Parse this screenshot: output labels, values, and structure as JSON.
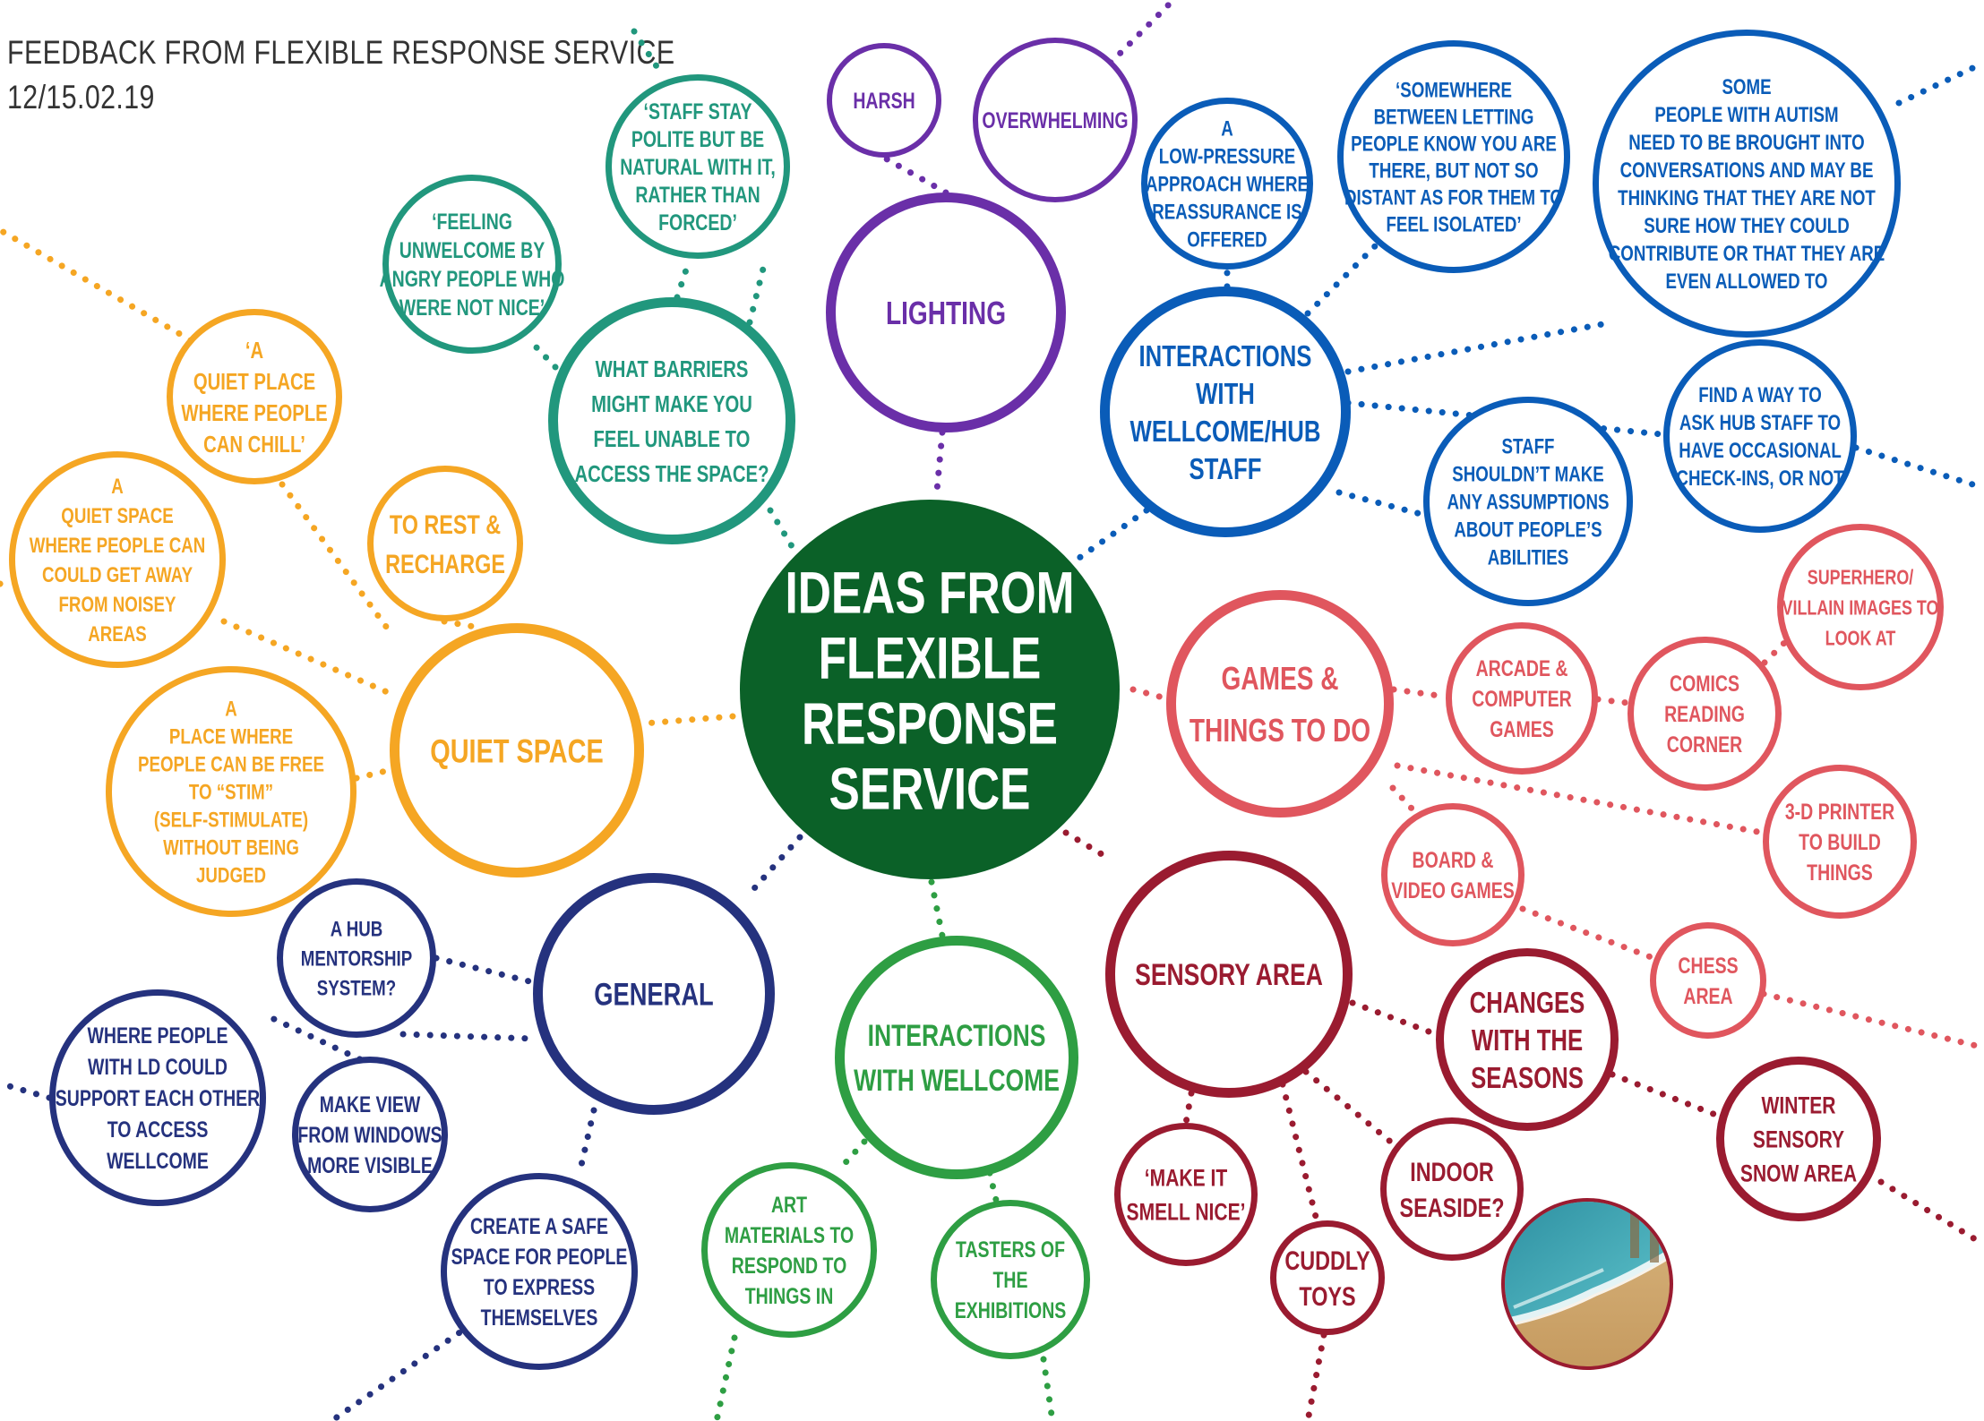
{
  "header": {
    "title": "FEEDBACK FROM FLEXIBLE RESPONSE SERVICE",
    "date": "12/15.02.19"
  },
  "colors": {
    "center": "#0b6128",
    "quiet_space": "#f5a623",
    "barriers": "#21977d",
    "lighting": "#6a2fa8",
    "staff": "#0a5cb8",
    "games": "#e0565e",
    "sensory": "#9a1b30",
    "interactions": "#2e9e43",
    "general": "#25327e"
  },
  "icons": {
    "seaside_photo": "beach-photo"
  },
  "center": {
    "lines": [
      "IDEAS FROM",
      "FLEXIBLE",
      "RESPONSE",
      "SERVICE"
    ]
  },
  "nodes": [
    {
      "id": "lighting",
      "group": "lighting",
      "lines": [
        "LIGHTING"
      ]
    },
    {
      "id": "harsh",
      "group": "lighting",
      "lines": [
        "HARSH"
      ]
    },
    {
      "id": "overwhelming",
      "group": "lighting",
      "lines": [
        "OVERWHELMING"
      ]
    },
    {
      "id": "barriers",
      "group": "barriers",
      "lines": [
        "WHAT BARRIERS",
        "MIGHT MAKE YOU",
        "FEEL UNABLE TO",
        "ACCESS THE SPACE?"
      ]
    },
    {
      "id": "staff-polite",
      "group": "barriers",
      "lines": [
        "‘STAFF STAY",
        "POLITE BUT BE",
        "NATURAL WITH IT,",
        "RATHER THAN",
        "FORCED’"
      ]
    },
    {
      "id": "feeling-unwelcome",
      "group": "barriers",
      "lines": [
        "‘FEELING",
        "UNWELCOME BY",
        "ANGRY PEOPLE WHO",
        "WERE NOT NICE’"
      ]
    },
    {
      "id": "staff",
      "group": "staff",
      "lines": [
        "INTERACTIONS",
        "WITH",
        "WELLCOME/HUB",
        "STAFF"
      ]
    },
    {
      "id": "low-pressure",
      "group": "staff",
      "lines": [
        "A",
        "LOW-PRESSURE",
        "APPROACH WHERE",
        "REASSURANCE IS",
        "OFFERED"
      ]
    },
    {
      "id": "somewhere-between",
      "group": "staff",
      "lines": [
        "‘SOMEWHERE",
        "BETWEEN LETTING",
        "PEOPLE KNOW YOU ARE",
        "THERE, BUT NOT SO",
        "DISTANT AS FOR THEM TO",
        "FEEL ISOLATED’"
      ]
    },
    {
      "id": "autism",
      "group": "staff",
      "lines": [
        "SOME",
        "PEOPLE WITH AUTISM",
        "NEED TO BE BROUGHT INTO",
        "CONVERSATIONS AND MAY BE",
        "THINKING THAT THEY ARE NOT",
        "SURE HOW THEY COULD",
        "CONTRIBUTE OR THAT THEY ARE",
        "EVEN ALLOWED TO"
      ]
    },
    {
      "id": "check-ins",
      "group": "staff",
      "lines": [
        "FIND A WAY TO",
        "ASK HUB STAFF TO",
        "HAVE OCCASIONAL",
        "CHECK-INS, OR NOT"
      ]
    },
    {
      "id": "assumptions",
      "group": "staff",
      "lines": [
        "STAFF",
        "SHOULDN’T MAKE",
        "ANY ASSUMPTIONS",
        "ABOUT PEOPLE’S",
        "ABILITIES"
      ]
    },
    {
      "id": "quiet-space",
      "group": "quiet_space",
      "lines": [
        "QUIET SPACE"
      ]
    },
    {
      "id": "quiet-chill",
      "group": "quiet_space",
      "lines": [
        "‘A",
        "QUIET PLACE",
        "WHERE PEOPLE",
        "CAN CHILL’"
      ]
    },
    {
      "id": "rest-recharge",
      "group": "quiet_space",
      "lines": [
        "TO REST &",
        "RECHARGE"
      ]
    },
    {
      "id": "get-away",
      "group": "quiet_space",
      "lines": [
        "A",
        "QUIET SPACE",
        "WHERE PEOPLE CAN",
        "COULD GET AWAY",
        "FROM NOISEY",
        "AREAS"
      ]
    },
    {
      "id": "stim",
      "group": "quiet_space",
      "lines": [
        "A",
        "PLACE WHERE",
        "PEOPLE CAN BE FREE",
        "TO “STIM”",
        "(SELF-STIMULATE)",
        "WITHOUT BEING",
        "JUDGED"
      ]
    },
    {
      "id": "games",
      "group": "games",
      "lines": [
        "GAMES &",
        "THINGS TO DO"
      ]
    },
    {
      "id": "arcade",
      "group": "games",
      "lines": [
        "ARCADE &",
        "COMPUTER",
        "GAMES"
      ]
    },
    {
      "id": "comics",
      "group": "games",
      "lines": [
        "COMICS",
        "READING",
        "CORNER"
      ]
    },
    {
      "id": "superhero",
      "group": "games",
      "lines": [
        "SUPERHERO/",
        "VILLAIN IMAGES TO",
        "LOOK AT"
      ]
    },
    {
      "id": "printer",
      "group": "games",
      "lines": [
        "3-D PRINTER",
        "TO BUILD",
        "THINGS"
      ]
    },
    {
      "id": "board-games",
      "group": "games",
      "lines": [
        "BOARD &",
        "VIDEO GAMES"
      ]
    },
    {
      "id": "chess",
      "group": "games",
      "lines": [
        "CHESS",
        "AREA"
      ]
    },
    {
      "id": "sensory",
      "group": "sensory",
      "lines": [
        "SENSORY AREA"
      ]
    },
    {
      "id": "seasons",
      "group": "sensory",
      "lines": [
        "CHANGES",
        "WITH THE",
        "SEASONS"
      ]
    },
    {
      "id": "winter",
      "group": "sensory",
      "lines": [
        "WINTER",
        "SENSORY",
        "SNOW AREA"
      ]
    },
    {
      "id": "smell",
      "group": "sensory",
      "lines": [
        "‘MAKE IT",
        "SMELL NICE’"
      ]
    },
    {
      "id": "cuddly",
      "group": "sensory",
      "lines": [
        "CUDDLY",
        "TOYS"
      ]
    },
    {
      "id": "seaside",
      "group": "sensory",
      "lines": [
        "INDOOR",
        "SEASIDE?"
      ]
    },
    {
      "id": "interactions",
      "group": "interactions",
      "lines": [
        "INTERACTIONS",
        "WITH WELLCOME"
      ]
    },
    {
      "id": "art",
      "group": "interactions",
      "lines": [
        "ART",
        "MATERIALS TO",
        "RESPOND TO",
        "THINGS IN"
      ]
    },
    {
      "id": "tasters",
      "group": "interactions",
      "lines": [
        "TASTERS OF",
        "THE",
        "EXHIBITIONS"
      ]
    },
    {
      "id": "general",
      "group": "general",
      "lines": [
        "GENERAL"
      ]
    },
    {
      "id": "mentorship",
      "group": "general",
      "lines": [
        "A HUB",
        "MENTORSHIP",
        "SYSTEM?"
      ]
    },
    {
      "id": "support",
      "group": "general",
      "lines": [
        "WHERE PEOPLE",
        "WITH LD COULD",
        "SUPPORT EACH OTHER",
        "TO ACCESS",
        "WELLCOME"
      ]
    },
    {
      "id": "windows",
      "group": "general",
      "lines": [
        "MAKE VIEW",
        "FROM WINDOWS",
        "MORE VISIBLE"
      ]
    },
    {
      "id": "safe-space",
      "group": "general",
      "lines": [
        "CREATE A SAFE",
        "SPACE FOR PEOPLE",
        "TO EXPRESS",
        "THEMSELVES"
      ]
    }
  ]
}
